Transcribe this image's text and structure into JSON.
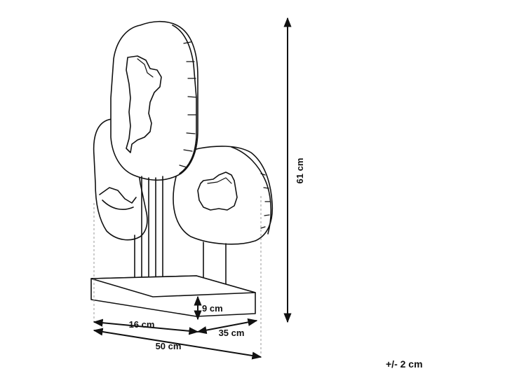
{
  "dimensions": {
    "height_label": "61 cm",
    "base_height_label": "9 cm",
    "depth_label": "16 cm",
    "side_label": "35 cm",
    "width_label": "50 cm",
    "tolerance_label": "+/- 2 cm"
  },
  "colors": {
    "line": "#111111",
    "guide": "#9a9a9a",
    "background": "#ffffff"
  }
}
